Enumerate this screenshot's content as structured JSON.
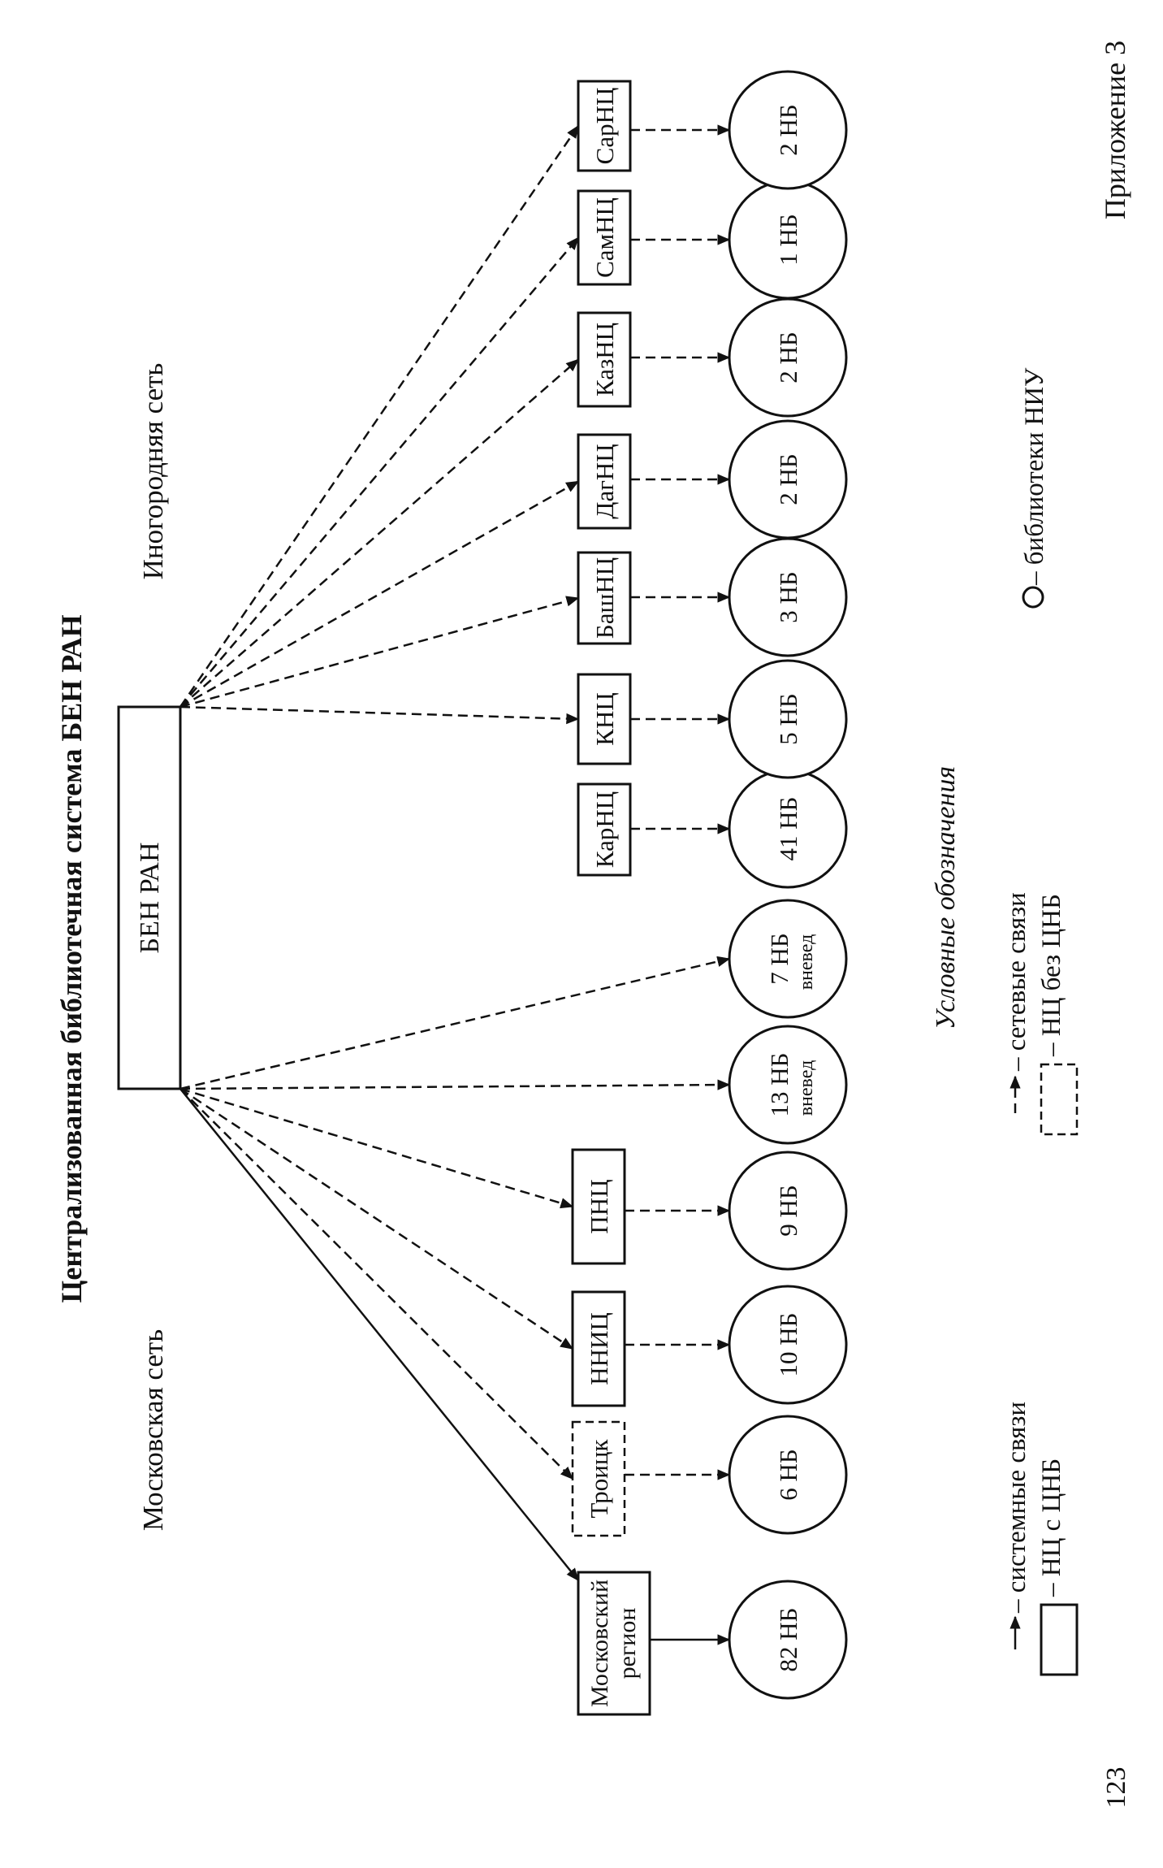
{
  "appendix_label": "Приложение 3",
  "page_number": "123",
  "title": "Централизованная библиотечная система БЕН РАН",
  "networks": {
    "moscow": "Московская сеть",
    "regional": "Иногородняя сеть"
  },
  "root": {
    "label": "БЕН РАН"
  },
  "centers": [
    {
      "id": "mosreg",
      "label": "Московский регион",
      "type": "solid"
    },
    {
      "id": "troitsk",
      "label": "Троицк",
      "type": "dashed"
    },
    {
      "id": "nnits",
      "label": "ННИЦ",
      "type": "solid"
    },
    {
      "id": "pnts",
      "label": "ПНЦ",
      "type": "solid"
    },
    {
      "id": "karnts",
      "label": "КарНЦ",
      "type": "solid"
    },
    {
      "id": "knts",
      "label": "КНЦ",
      "type": "solid"
    },
    {
      "id": "bashnts",
      "label": "БашНЦ",
      "type": "solid"
    },
    {
      "id": "dagnts",
      "label": "ДагНЦ",
      "type": "solid"
    },
    {
      "id": "kaznts",
      "label": "КазНЦ",
      "type": "solid"
    },
    {
      "id": "samnts",
      "label": "СамНЦ",
      "type": "solid"
    },
    {
      "id": "sarnts",
      "label": "СарНЦ",
      "type": "solid"
    }
  ],
  "libraries": [
    {
      "id": "l1",
      "label": "82 НБ",
      "sub": ""
    },
    {
      "id": "l2",
      "label": "6 НБ",
      "sub": ""
    },
    {
      "id": "l3",
      "label": "10 НБ",
      "sub": ""
    },
    {
      "id": "l4",
      "label": "9 НБ",
      "sub": ""
    },
    {
      "id": "l5",
      "label": "13 НБ",
      "sub": "вневед"
    },
    {
      "id": "l6",
      "label": "7 НБ",
      "sub": "вневед"
    },
    {
      "id": "l7",
      "label": "41 НБ",
      "sub": ""
    },
    {
      "id": "l8",
      "label": "5 НБ",
      "sub": ""
    },
    {
      "id": "l9",
      "label": "3 НБ",
      "sub": ""
    },
    {
      "id": "l10",
      "label": "2 НБ",
      "sub": ""
    },
    {
      "id": "l11",
      "label": "2 НБ",
      "sub": ""
    },
    {
      "id": "l12",
      "label": "1 НБ",
      "sub": ""
    },
    {
      "id": "l13",
      "label": "2 НБ",
      "sub": ""
    }
  ],
  "edges": [
    {
      "from": "root",
      "to": "mosreg",
      "style": "solid"
    },
    {
      "from": "root",
      "to": "troitsk",
      "style": "dashed"
    },
    {
      "from": "root",
      "to": "nnits",
      "style": "dashed"
    },
    {
      "from": "root",
      "to": "pnts",
      "style": "dashed"
    },
    {
      "from": "root",
      "to": "l5",
      "style": "dashed"
    },
    {
      "from": "root",
      "to": "l6",
      "style": "dashed"
    },
    {
      "from": "root",
      "to": "knts",
      "style": "dashed"
    },
    {
      "from": "root",
      "to": "bashnts",
      "style": "dashed"
    },
    {
      "from": "root",
      "to": "dagnts",
      "style": "dashed"
    },
    {
      "from": "root",
      "to": "kaznts",
      "style": "dashed"
    },
    {
      "from": "root",
      "to": "samnts",
      "style": "dashed"
    },
    {
      "from": "root",
      "to": "sarnts",
      "style": "dashed"
    },
    {
      "from": "mosreg",
      "to": "l1",
      "style": "solid"
    },
    {
      "from": "troitsk",
      "to": "l2",
      "style": "dashed"
    },
    {
      "from": "nnits",
      "to": "l3",
      "style": "dashed"
    },
    {
      "from": "pnts",
      "to": "l4",
      "style": "dashed"
    },
    {
      "from": "karnts",
      "to": "l7",
      "style": "dashed"
    },
    {
      "from": "knts",
      "to": "l8",
      "style": "dashed"
    },
    {
      "from": "bashnts",
      "to": "l9",
      "style": "dashed"
    },
    {
      "from": "dagnts",
      "to": "l10",
      "style": "dashed"
    },
    {
      "from": "kaznts",
      "to": "l11",
      "style": "dashed"
    },
    {
      "from": "samnts",
      "to": "l12",
      "style": "dashed"
    },
    {
      "from": "sarnts",
      "to": "l13",
      "style": "dashed"
    }
  ],
  "legend": {
    "heading": "Условные обозначения",
    "system_links": "– системные связи",
    "network_links": "– сетевые связи",
    "nc_with_cnb": "– НЦ с ЦНБ",
    "nc_without_cnb": "– НЦ без ЦНБ",
    "research_libraries": "– библиотеки НИУ"
  }
}
